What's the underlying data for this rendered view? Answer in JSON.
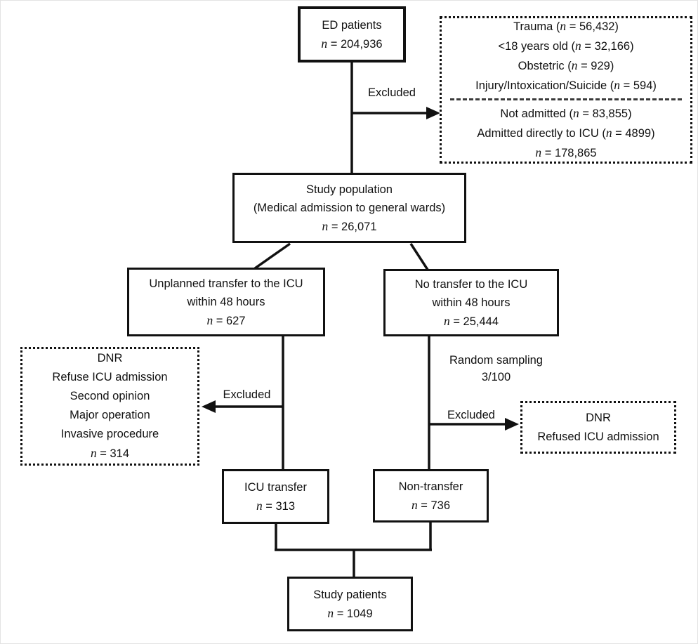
{
  "labels": {
    "n": "n",
    "excluded": "Excluded",
    "random_sampling": "Random sampling",
    "sampling_ratio": "3/100"
  },
  "boxes": {
    "ed_patients": {
      "title": "ED patients",
      "n": " = 204,936"
    },
    "study_population": {
      "title": "Study population",
      "subtitle": "(Medical admission to general wards)",
      "n": " = 26,071"
    },
    "unplanned_transfer": {
      "line1": "Unplanned transfer to the ICU",
      "line2": "within 48 hours",
      "n": " = 627"
    },
    "no_transfer": {
      "line1": "No transfer to the ICU",
      "line2": "within 48 hours",
      "n": " = 25,444"
    },
    "icu_transfer": {
      "title": "ICU transfer",
      "n": " = 313"
    },
    "non_transfer": {
      "title": "Non-transfer",
      "n": " = 736"
    },
    "study_patients": {
      "title": "Study patients",
      "n": " = 1049"
    }
  },
  "exclusions": {
    "top_right": {
      "section1": [
        {
          "text": "Trauma (",
          "rest": " = 56,432)"
        },
        {
          "text": "<18 years old (",
          "rest": " = 32,166)"
        },
        {
          "text": "Obstetric (",
          "rest": " = 929)"
        },
        {
          "text": "Injury/Intoxication/Suicide (",
          "rest": " = 594)"
        }
      ],
      "section2": [
        {
          "text": "Not admitted (",
          "rest": " = 83,855)"
        },
        {
          "text": "Admitted directly to ICU (",
          "rest": " = 4899)"
        }
      ],
      "total": " = 178,865"
    },
    "left": {
      "lines": [
        "DNR",
        "Refuse ICU admission",
        "Second opinion",
        "Major operation",
        "Invasive procedure"
      ],
      "n": " = 314"
    },
    "right": {
      "lines": [
        "DNR",
        "Refused ICU admission"
      ]
    }
  },
  "colors": {
    "line": "#111111",
    "text": "#111111",
    "background": "#ffffff"
  }
}
